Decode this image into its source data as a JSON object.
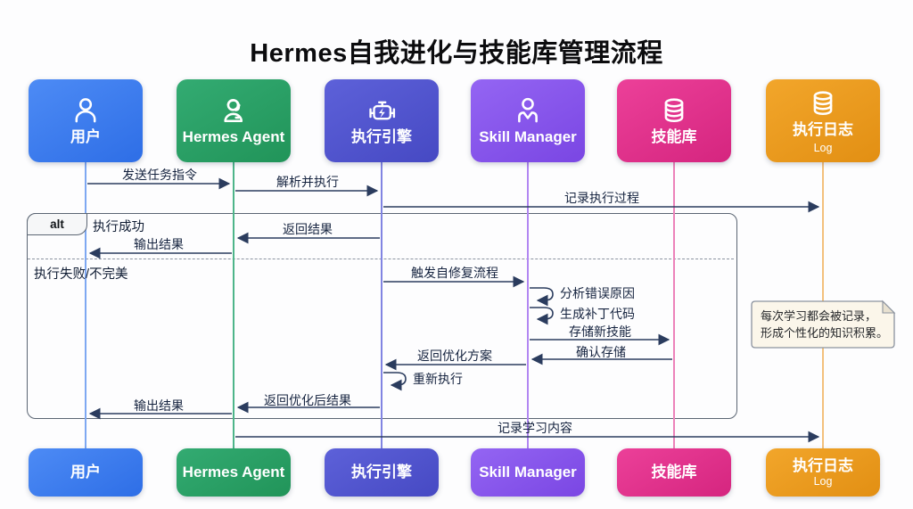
{
  "title": "Hermes自我进化与技能库管理流程",
  "actors": [
    {
      "id": "user",
      "label": "用户",
      "icon": "person-icon"
    },
    {
      "id": "hermes-agent",
      "label": "Hermes Agent",
      "icon": "headset-person-icon"
    },
    {
      "id": "execution-engine",
      "label": "执行引擎",
      "icon": "engine-icon"
    },
    {
      "id": "skill-manager",
      "label": "Skill Manager",
      "icon": "person-arms-icon"
    },
    {
      "id": "skill-library",
      "label": "技能库",
      "icon": "database-icon"
    },
    {
      "id": "execution-log",
      "label": "执行日志",
      "sublabel": "Log",
      "icon": "database-icon"
    }
  ],
  "alt_block": {
    "label": "alt",
    "success_guard": "执行成功",
    "failure_guard": "执行失败/不完美"
  },
  "messages": [
    {
      "label": "发送任务指令",
      "from": "用户",
      "to": "Hermes Agent"
    },
    {
      "label": "解析并执行",
      "from": "Hermes Agent",
      "to": "执行引擎"
    },
    {
      "label": "记录执行过程",
      "from": "执行引擎",
      "to": "执行日志"
    },
    {
      "label": "返回结果",
      "from": "执行引擎",
      "to": "Hermes Agent"
    },
    {
      "label": "输出结果",
      "from": "Hermes Agent",
      "to": "用户"
    },
    {
      "label": "触发自修复流程",
      "from": "执行引擎",
      "to": "Skill Manager"
    },
    {
      "label": "分析错误原因",
      "from": "Skill Manager",
      "to": "Skill Manager"
    },
    {
      "label": "生成补丁代码",
      "from": "Skill Manager",
      "to": "Skill Manager"
    },
    {
      "label": "存储新技能",
      "from": "Skill Manager",
      "to": "技能库"
    },
    {
      "label": "确认存储",
      "from": "技能库",
      "to": "Skill Manager"
    },
    {
      "label": "返回优化方案",
      "from": "Skill Manager",
      "to": "执行引擎"
    },
    {
      "label": "重新执行",
      "from": "执行引擎",
      "to": "执行引擎"
    },
    {
      "label": "返回优化后结果",
      "from": "执行引擎",
      "to": "Hermes Agent"
    },
    {
      "label": "输出结果",
      "from": "Hermes Agent",
      "to": "用户"
    },
    {
      "label": "记录学习内容",
      "from": "Hermes Agent",
      "to": "执行日志"
    }
  ],
  "note": {
    "line1": "每次学习都会被记录，",
    "line2": "形成个性化的知识积累。"
  },
  "colors": {
    "user_blue": "#3d7df0",
    "agent_green": "#2aa266",
    "engine_indigo": "#5257cf",
    "skill_violet": "#8a58ec",
    "library_pink": "#e1348c",
    "log_orange": "#ec9e21",
    "arrow": "#2b3c5e",
    "note_bg": "#fbf6ea"
  }
}
